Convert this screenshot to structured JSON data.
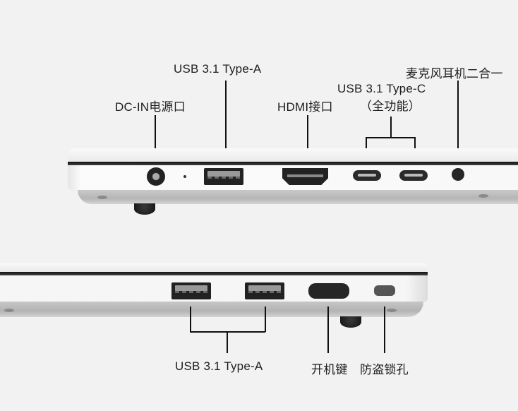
{
  "diagram": {
    "type": "laptop-port-layout",
    "colors": {
      "background": "#f2f2f2",
      "chassis": "#f5f5f5",
      "port": "#222222",
      "leader_line": "#111111"
    },
    "top_side": {
      "labels": {
        "dc_in": "DC-IN电源口",
        "usb_a": "USB 3.1 Type-A",
        "hdmi": "HDMI接口",
        "usb_c_line1": "USB 3.1 Type-C",
        "usb_c_line2": "（全功能）",
        "audio": "麦克风耳机二合一"
      },
      "ports": [
        {
          "name": "dc-in-port",
          "icon": "round-barrel-jack"
        },
        {
          "name": "status-led",
          "icon": "dot-led"
        },
        {
          "name": "usb-a-port",
          "icon": "usb-a"
        },
        {
          "name": "hdmi-port",
          "icon": "hdmi"
        },
        {
          "name": "usb-c-port-1",
          "icon": "usb-c"
        },
        {
          "name": "usb-c-port-2",
          "icon": "usb-c"
        },
        {
          "name": "audio-jack",
          "icon": "3.5mm-jack"
        }
      ]
    },
    "bottom_side": {
      "labels": {
        "usb_a": "USB 3.1 Type-A",
        "power": "开机键",
        "lock": "防盗锁孔"
      },
      "ports": [
        {
          "name": "usb-a-port-1",
          "icon": "usb-a"
        },
        {
          "name": "usb-a-port-2",
          "icon": "usb-a"
        },
        {
          "name": "power-button",
          "icon": "pill-button"
        },
        {
          "name": "security-lock-slot",
          "icon": "lock-slot"
        }
      ]
    }
  }
}
